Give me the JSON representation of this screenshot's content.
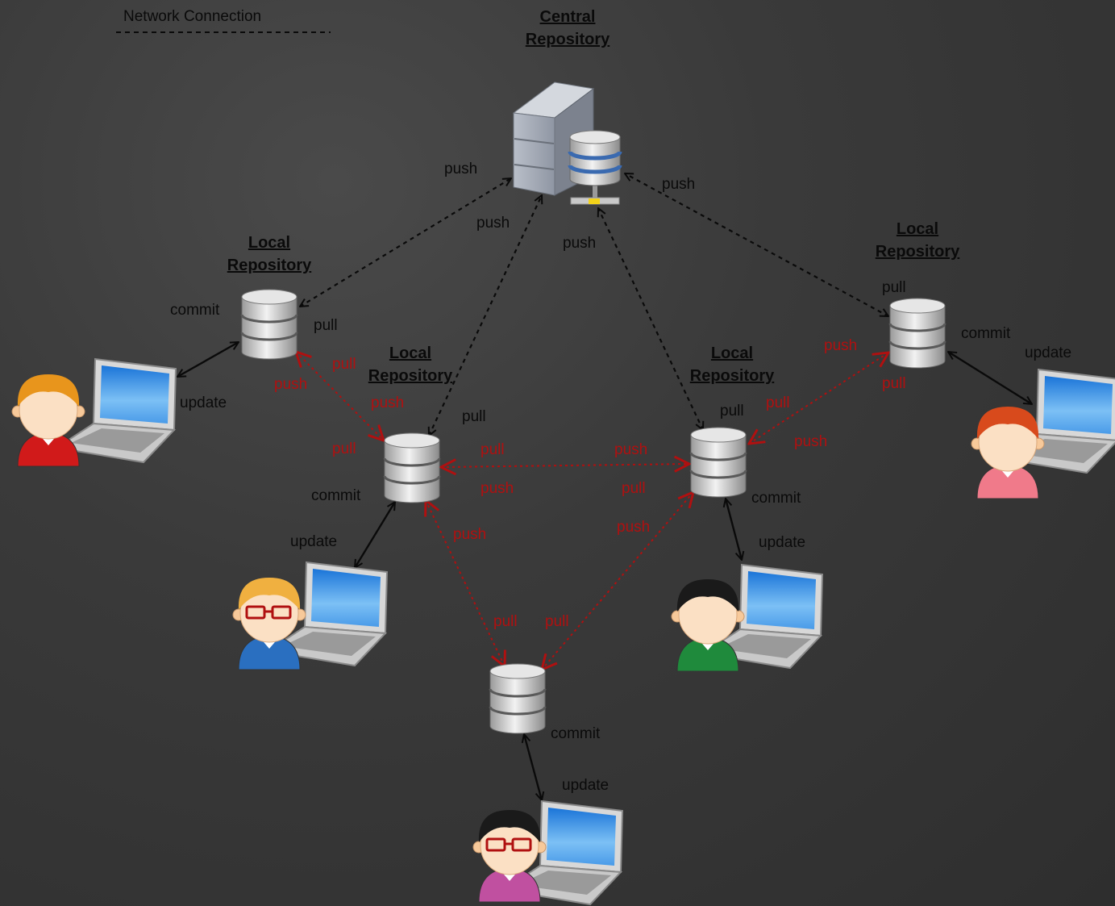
{
  "legend": {
    "network_connection": "Network Connection"
  },
  "central": {
    "title_line1": "Central",
    "title_line2": "Repository"
  },
  "local_title": {
    "line1": "Local",
    "line2": "Repository"
  },
  "ops": {
    "push": "push",
    "pull": "pull",
    "commit": "commit",
    "update": "update"
  },
  "colors": {
    "background": "#3a3a3a",
    "black_flow": "#0a0a0a",
    "red_flow": "#b01010"
  },
  "icons": {
    "server": "server-icon",
    "database": "database-icon",
    "user": "user-icon",
    "laptop": "laptop-icon"
  },
  "developers": [
    {
      "hair": "#e8951c",
      "shirt": "#d11a1a",
      "glasses": false
    },
    {
      "hair": "#f0b040",
      "shirt": "#2a6fc0",
      "glasses": true
    },
    {
      "hair": "#1a1a1a",
      "shirt": "#1f8a3c",
      "glasses": false
    },
    {
      "hair": "#d84a1c",
      "shirt": "#f07a8a",
      "glasses": false
    },
    {
      "hair": "#1a1a1a",
      "shirt": "#c050a0",
      "glasses": true
    }
  ]
}
